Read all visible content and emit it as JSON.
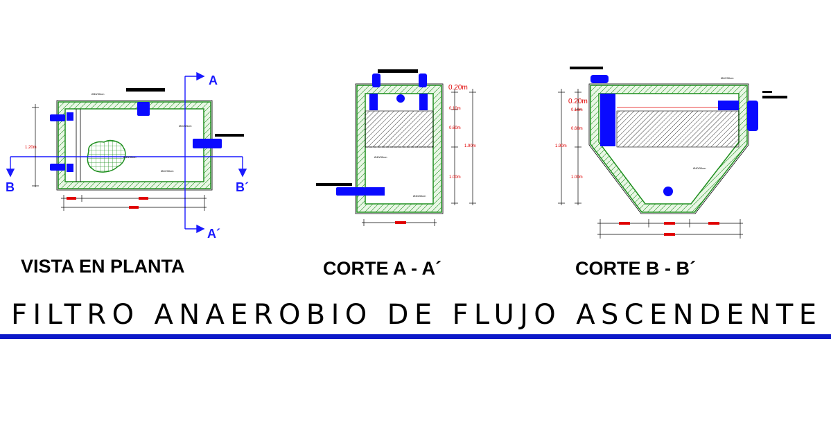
{
  "title": "FILTRO ANAEROBIO DE FLUJO ASCENDENTE",
  "colors": {
    "wall": "#1e8f1e",
    "wall_fill": "#e9f7e5",
    "pipe": "#0a0aff",
    "dim_red": "#e00000",
    "title_rule": "#0c19c8",
    "cut_line": "#1a1aff"
  },
  "plan": {
    "caption": "VISTA EN PLANTA",
    "dim_height": "1.20m",
    "cut_a_top": "A",
    "cut_a_bottom": "A´",
    "cut_b_left": "B",
    "cut_b_right": "B´",
    "tags": [
      "Ø40/30cm",
      "Ø40/25cm",
      "Ø40/30cm",
      "Ø40/30cm"
    ]
  },
  "section_a": {
    "caption": "CORTE  A - A´",
    "dims_left": [
      "0.20m",
      "0.10m",
      "0.60m",
      "1.00m"
    ],
    "dim_total": "1.90m",
    "tags": [
      "Ø40/30cm",
      "Ø40/30cm"
    ]
  },
  "section_b": {
    "caption": "CORTE  B - B´",
    "dims_right": [
      "0.20m",
      "0.10m",
      "0.60m",
      "1.00m"
    ],
    "dim_total": "1.90m",
    "tags": [
      "Ø40/30cm",
      "Ø40/30cm"
    ]
  }
}
